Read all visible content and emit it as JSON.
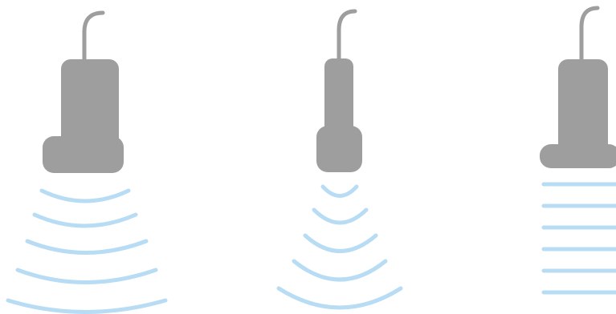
{
  "colors": {
    "background": "#ffffff",
    "probe": "#9e9e9e",
    "wave": "#b7dcf4"
  },
  "probes": [
    {
      "name": "convex-probe",
      "beam_pattern": "curved-fan",
      "wave_count": 5
    },
    {
      "name": "microconvex-probe",
      "beam_pattern": "tight-curved-fan",
      "wave_count": 5
    },
    {
      "name": "linear-probe",
      "beam_pattern": "parallel-lines",
      "wave_count": 6
    }
  ]
}
